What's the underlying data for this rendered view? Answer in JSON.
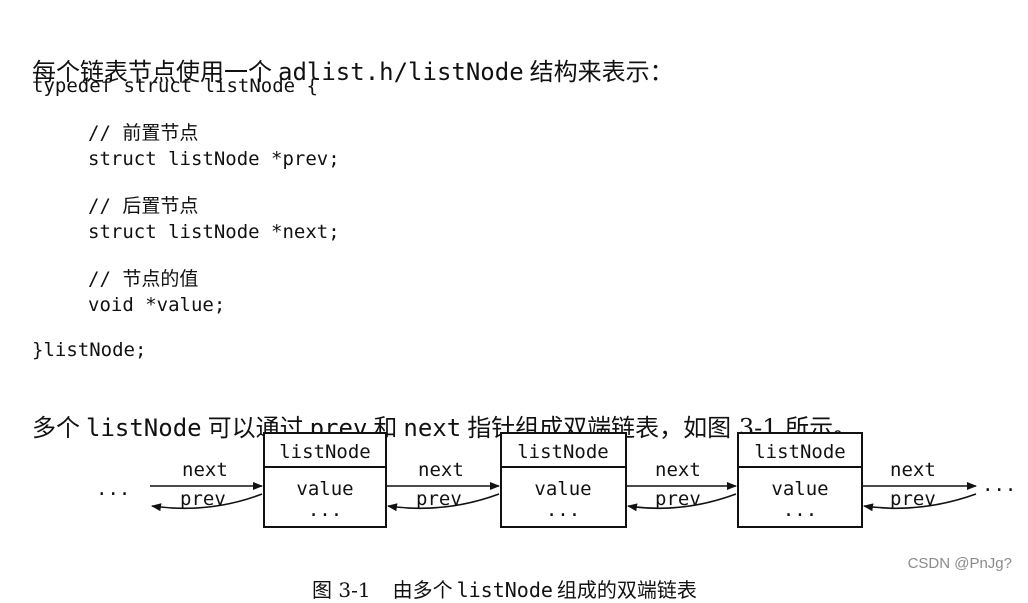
{
  "intro": {
    "before": "每个链表节点使用一个",
    "code": "adlist.h/listNode",
    "after": "结构来表示："
  },
  "code_block": {
    "line1": "typedef struct listNode {",
    "comment_prev": "// 前置节点",
    "decl_prev": "struct listNode *prev;",
    "comment_next": "// 后置节点",
    "decl_next": "struct listNode *next;",
    "comment_value": "// 节点的值",
    "decl_value": "void *value;",
    "closing": "}listNode;"
  },
  "desc": {
    "p1": "多个",
    "c1": "listNode",
    "p2": "可以通过",
    "c2": "prev",
    "p3": "和",
    "c3": "next",
    "p4": "指针组成双端链表，如图 3-1 所示。"
  },
  "diagram": {
    "node_title": "listNode",
    "node_field": "value",
    "node_more": "...",
    "next_label": "next",
    "prev_label": "prev",
    "ellipsis": "..."
  },
  "caption": {
    "fig": "图 3-1",
    "before": "由多个",
    "code": "listNode",
    "after": "组成的双端链表"
  },
  "watermark": "CSDN @PnJg?"
}
